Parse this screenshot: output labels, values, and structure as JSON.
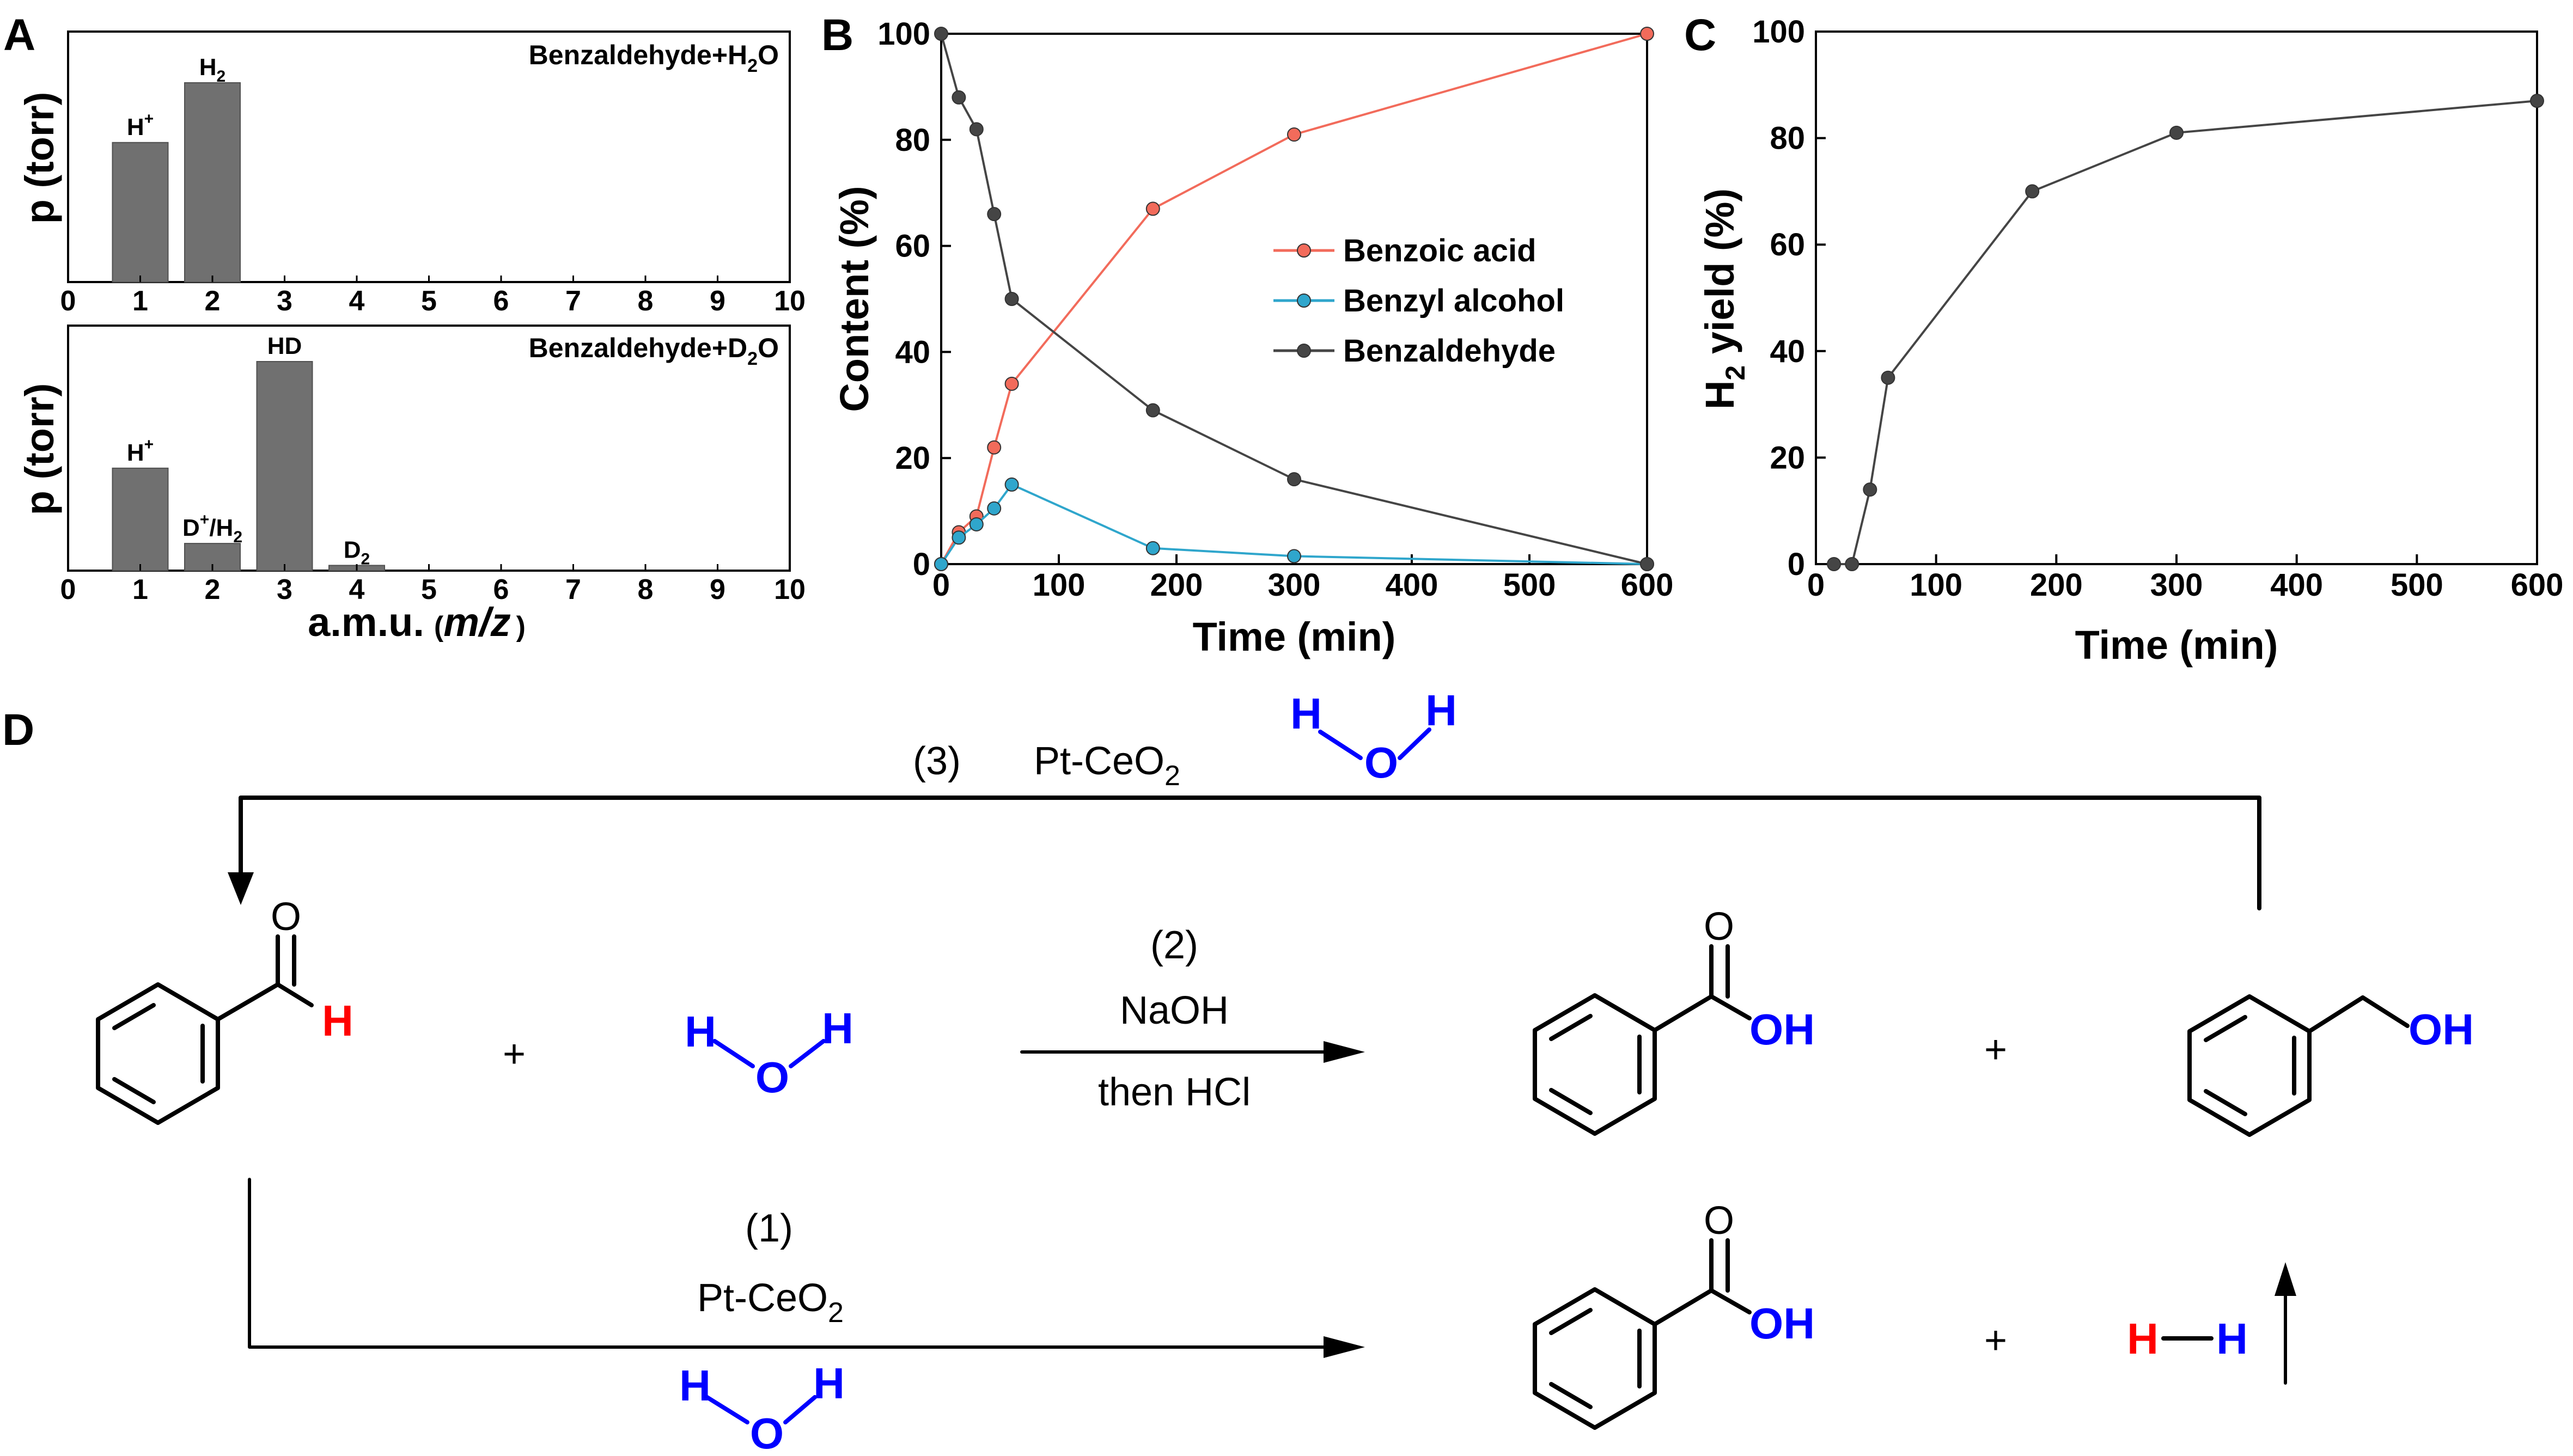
{
  "panels": {
    "A": {
      "label": "A",
      "ylabel": "p (torr)",
      "xlabel_main": "a.m.u.",
      "xlabel_paren_open": "(",
      "xlabel_mz": "m/z",
      "xlabel_paren_close": ")",
      "top_title_main": "Benzaldehyde+H",
      "top_title_sub": "2",
      "top_title_end": "O",
      "bottom_title_main": "Benzaldehyde+D",
      "bottom_title_sub": "2",
      "bottom_title_end": "O"
    },
    "B": {
      "label": "B"
    },
    "C": {
      "label": "C",
      "ylabel_main": "H",
      "ylabel_sub": "2",
      "ylabel_end": " yield (%)"
    },
    "D": {
      "label": "D",
      "step3_label": "(3)",
      "step3_cat_main": "Pt-CeO",
      "step3_cat_sub": "2",
      "step2_label": "(2)",
      "step2_reagent1": "NaOH",
      "step2_reagent2": "then HCl",
      "step1_label": "(1)",
      "step1_cat_main": "Pt-CeO",
      "step1_cat_sub": "2",
      "plus": "+",
      "atom_O": "O",
      "atom_H": "H",
      "atom_OH": "OH",
      "colors": {
        "red": "#ff0000",
        "blue": "#0000ff"
      }
    }
  },
  "chart_data": [
    {
      "type": "bar",
      "title": "Benzaldehyde+H2O",
      "xlabel": "a.m.u. (m/z)",
      "ylabel": "p (torr)",
      "xlim": [
        0,
        10
      ],
      "xticks": [
        "0",
        "1",
        "2",
        "3",
        "4",
        "5",
        "6",
        "7",
        "8",
        "9",
        "10"
      ],
      "bars": [
        {
          "x": 1,
          "value": 0.7,
          "label_main": "H",
          "label_sup": "+"
        },
        {
          "x": 2,
          "value": 1.0,
          "label_main": "H",
          "label_sub": "2"
        }
      ],
      "color": "#707070"
    },
    {
      "type": "bar",
      "title": "Benzaldehyde+D2O",
      "xlabel": "a.m.u. (m/z)",
      "ylabel": "p (torr)",
      "xlim": [
        0,
        10
      ],
      "xticks": [
        "0",
        "1",
        "2",
        "3",
        "4",
        "5",
        "6",
        "7",
        "8",
        "9",
        "10"
      ],
      "bars": [
        {
          "x": 1,
          "value": 0.49,
          "label_main": "H",
          "label_sup": "+"
        },
        {
          "x": 2,
          "value": 0.13,
          "label_main": "D",
          "label_sup": "+",
          "label_end": "/H",
          "label_sub": "2"
        },
        {
          "x": 3,
          "value": 1.0,
          "label_main": "HD"
        },
        {
          "x": 4,
          "value": 0.025,
          "label_main": "D",
          "label_sub": "2"
        }
      ],
      "color": "#707070"
    },
    {
      "type": "line",
      "xlabel": "Time (min)",
      "ylabel": "Content (%)",
      "xlim": [
        0,
        600
      ],
      "ylim": [
        0,
        100
      ],
      "xticks": [
        "0",
        "100",
        "200",
        "300",
        "400",
        "500",
        "600"
      ],
      "yticks": [
        "0",
        "20",
        "40",
        "60",
        "80",
        "100"
      ],
      "legend_position": "center-right",
      "series": [
        {
          "name": "Benzoic acid",
          "color": "#f26b5b",
          "x": [
            0,
            15,
            30,
            45,
            60,
            180,
            300,
            600
          ],
          "y": [
            0,
            6,
            9,
            22,
            34,
            67,
            81,
            100
          ]
        },
        {
          "name": "Benzyl alcohol",
          "color": "#2fa6cc",
          "x": [
            0,
            15,
            30,
            45,
            60,
            180,
            300,
            600
          ],
          "y": [
            0,
            5,
            7.5,
            10.5,
            15,
            3,
            1.5,
            0
          ]
        },
        {
          "name": "Benzaldehyde",
          "color": "#454545",
          "x": [
            0,
            15,
            30,
            45,
            60,
            180,
            300,
            600
          ],
          "y": [
            100,
            88,
            82,
            66,
            50,
            29,
            16,
            0
          ]
        }
      ]
    },
    {
      "type": "line",
      "xlabel": "Time (min)",
      "ylabel": "H2 yield (%)",
      "xlim": [
        0,
        600
      ],
      "ylim": [
        0,
        100
      ],
      "xticks": [
        "0",
        "100",
        "200",
        "300",
        "400",
        "500",
        "600"
      ],
      "yticks": [
        "0",
        "20",
        "40",
        "60",
        "80",
        "100"
      ],
      "series": [
        {
          "color": "#454545",
          "x": [
            15,
            30,
            45,
            60,
            180,
            300,
            600
          ],
          "y": [
            0,
            0,
            14,
            35,
            70,
            81,
            87
          ]
        }
      ]
    }
  ]
}
